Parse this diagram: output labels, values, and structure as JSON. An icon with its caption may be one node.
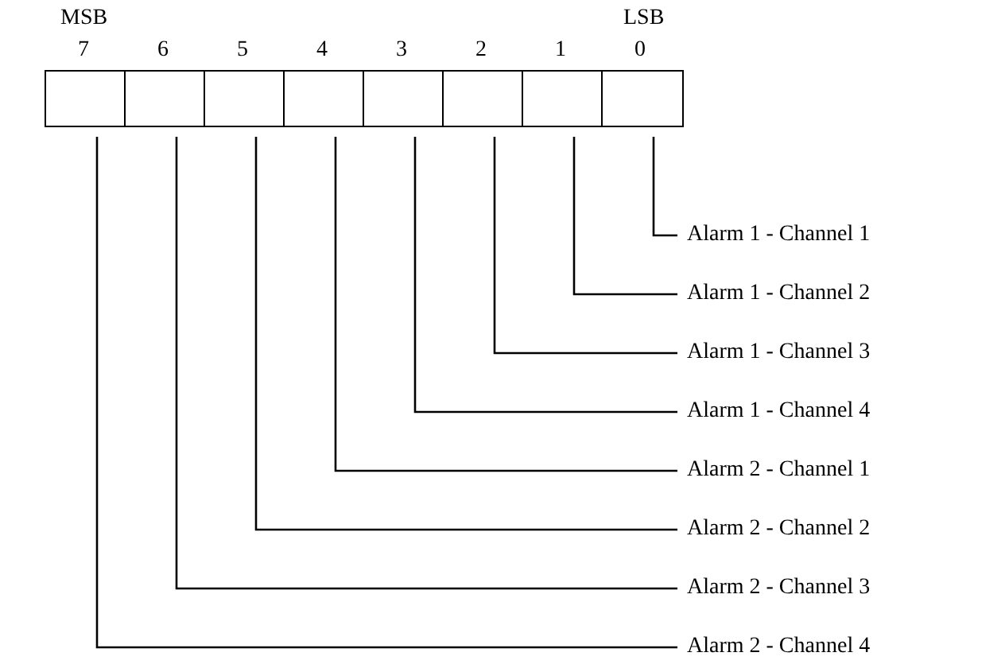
{
  "diagram": {
    "nodes": [
      {
        "text": [],
        "shape": "box",
        "beside": [
          "7"
        ]
      },
      {
        "text": [],
        "shape": "box",
        "beside": [
          "6"
        ]
      },
      {
        "text": [],
        "shape": "box",
        "beside": [
          "5"
        ]
      },
      {
        "text": [],
        "shape": "box",
        "beside": [
          "4"
        ]
      },
      {
        "text": [],
        "shape": "box",
        "beside": [
          "3"
        ]
      },
      {
        "text": [],
        "shape": "box",
        "beside": [
          "2"
        ]
      },
      {
        "text": [],
        "shape": "box",
        "beside": [
          "1"
        ]
      },
      {
        "text": [],
        "shape": "box",
        "beside": [
          "0"
        ]
      },
      {
        "text": [
          "Alarm 1 - Channel 1"
        ]
      },
      {
        "text": [
          "Alarm 1 - Channel 2"
        ]
      },
      {
        "text": [
          "Alarm 1 - Channel 3"
        ]
      },
      {
        "text": [
          "Alarm 1 - Channel 4"
        ]
      },
      {
        "text": [
          "Alarm 2 - Channel 1"
        ]
      },
      {
        "text": [
          "Alarm 2 - Channel 2"
        ]
      },
      {
        "text": [
          "Alarm 2 - Channel 3"
        ]
      },
      {
        "text": [
          "Alarm 2 - Channel 4"
        ]
      }
    ],
    "edges": [
      {
        "from": 7,
        "to": 8,
        "arrow": "none"
      },
      {
        "from": 6,
        "to": 9,
        "arrow": "none"
      },
      {
        "from": 5,
        "to": 10,
        "arrow": "none"
      },
      {
        "from": 4,
        "to": 11,
        "arrow": "none"
      },
      {
        "from": 3,
        "to": 12,
        "arrow": "none"
      },
      {
        "from": 2,
        "to": 13,
        "arrow": "none"
      },
      {
        "from": 1,
        "to": 14,
        "arrow": "none"
      },
      {
        "from": 0,
        "to": 15,
        "arrow": "none"
      }
    ],
    "labels": [
      "MSB",
      "LSB"
    ]
  }
}
